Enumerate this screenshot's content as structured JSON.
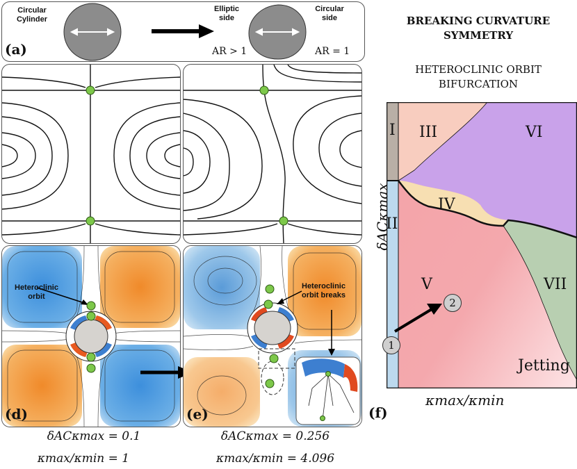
{
  "panel_a": {
    "label": "(a)",
    "left_caption_1": "Circular",
    "left_caption_2": "Cylinder",
    "mid_caption_1": "Elliptic",
    "mid_caption_2": "side",
    "right_caption_1": "Circular",
    "right_caption_2": "side",
    "ar_left": "AR > 1",
    "ar_right": "AR = 1"
  },
  "panel_d": {
    "label": "(d)",
    "annotation_1": "Heteroclinic",
    "annotation_2": "orbit",
    "param_1": "δACκmax = 0.1",
    "param_2": "κmax/κmin = 1"
  },
  "panel_e": {
    "label": "(e)",
    "annotation_1": "Heteroclinic",
    "annotation_2": "orbit breaks",
    "param_1": "δACκmax = 0.256",
    "param_2": "κmax/κmin = 4.096"
  },
  "panel_f": {
    "label": "(f)",
    "title_1": "BREAKING CURVATURE",
    "title_2": "SYMMETRY",
    "subtitle_1": "HETEROCLINIC ORBIT",
    "subtitle_2": "BIFURCATION",
    "xlabel": "κmax/κmin",
    "ylabel": "δACκmax",
    "regions": [
      "I",
      "II",
      "III",
      "IV",
      "V",
      "VI",
      "VII",
      "Jetting"
    ],
    "marker_1": "1",
    "marker_2": "2"
  },
  "colors": {
    "region_I": "#b9afa6",
    "region_II": "#bcd9ee",
    "region_III": "#f8cdbf",
    "region_IV": "#f7dfb2",
    "region_V": "#f4a3a8",
    "region_VI": "#c9a2ea",
    "region_VII": "#b8cfb1",
    "fixed_point": "#7dc84a",
    "warm": "#f0a040",
    "cool": "#5aa0e0"
  }
}
